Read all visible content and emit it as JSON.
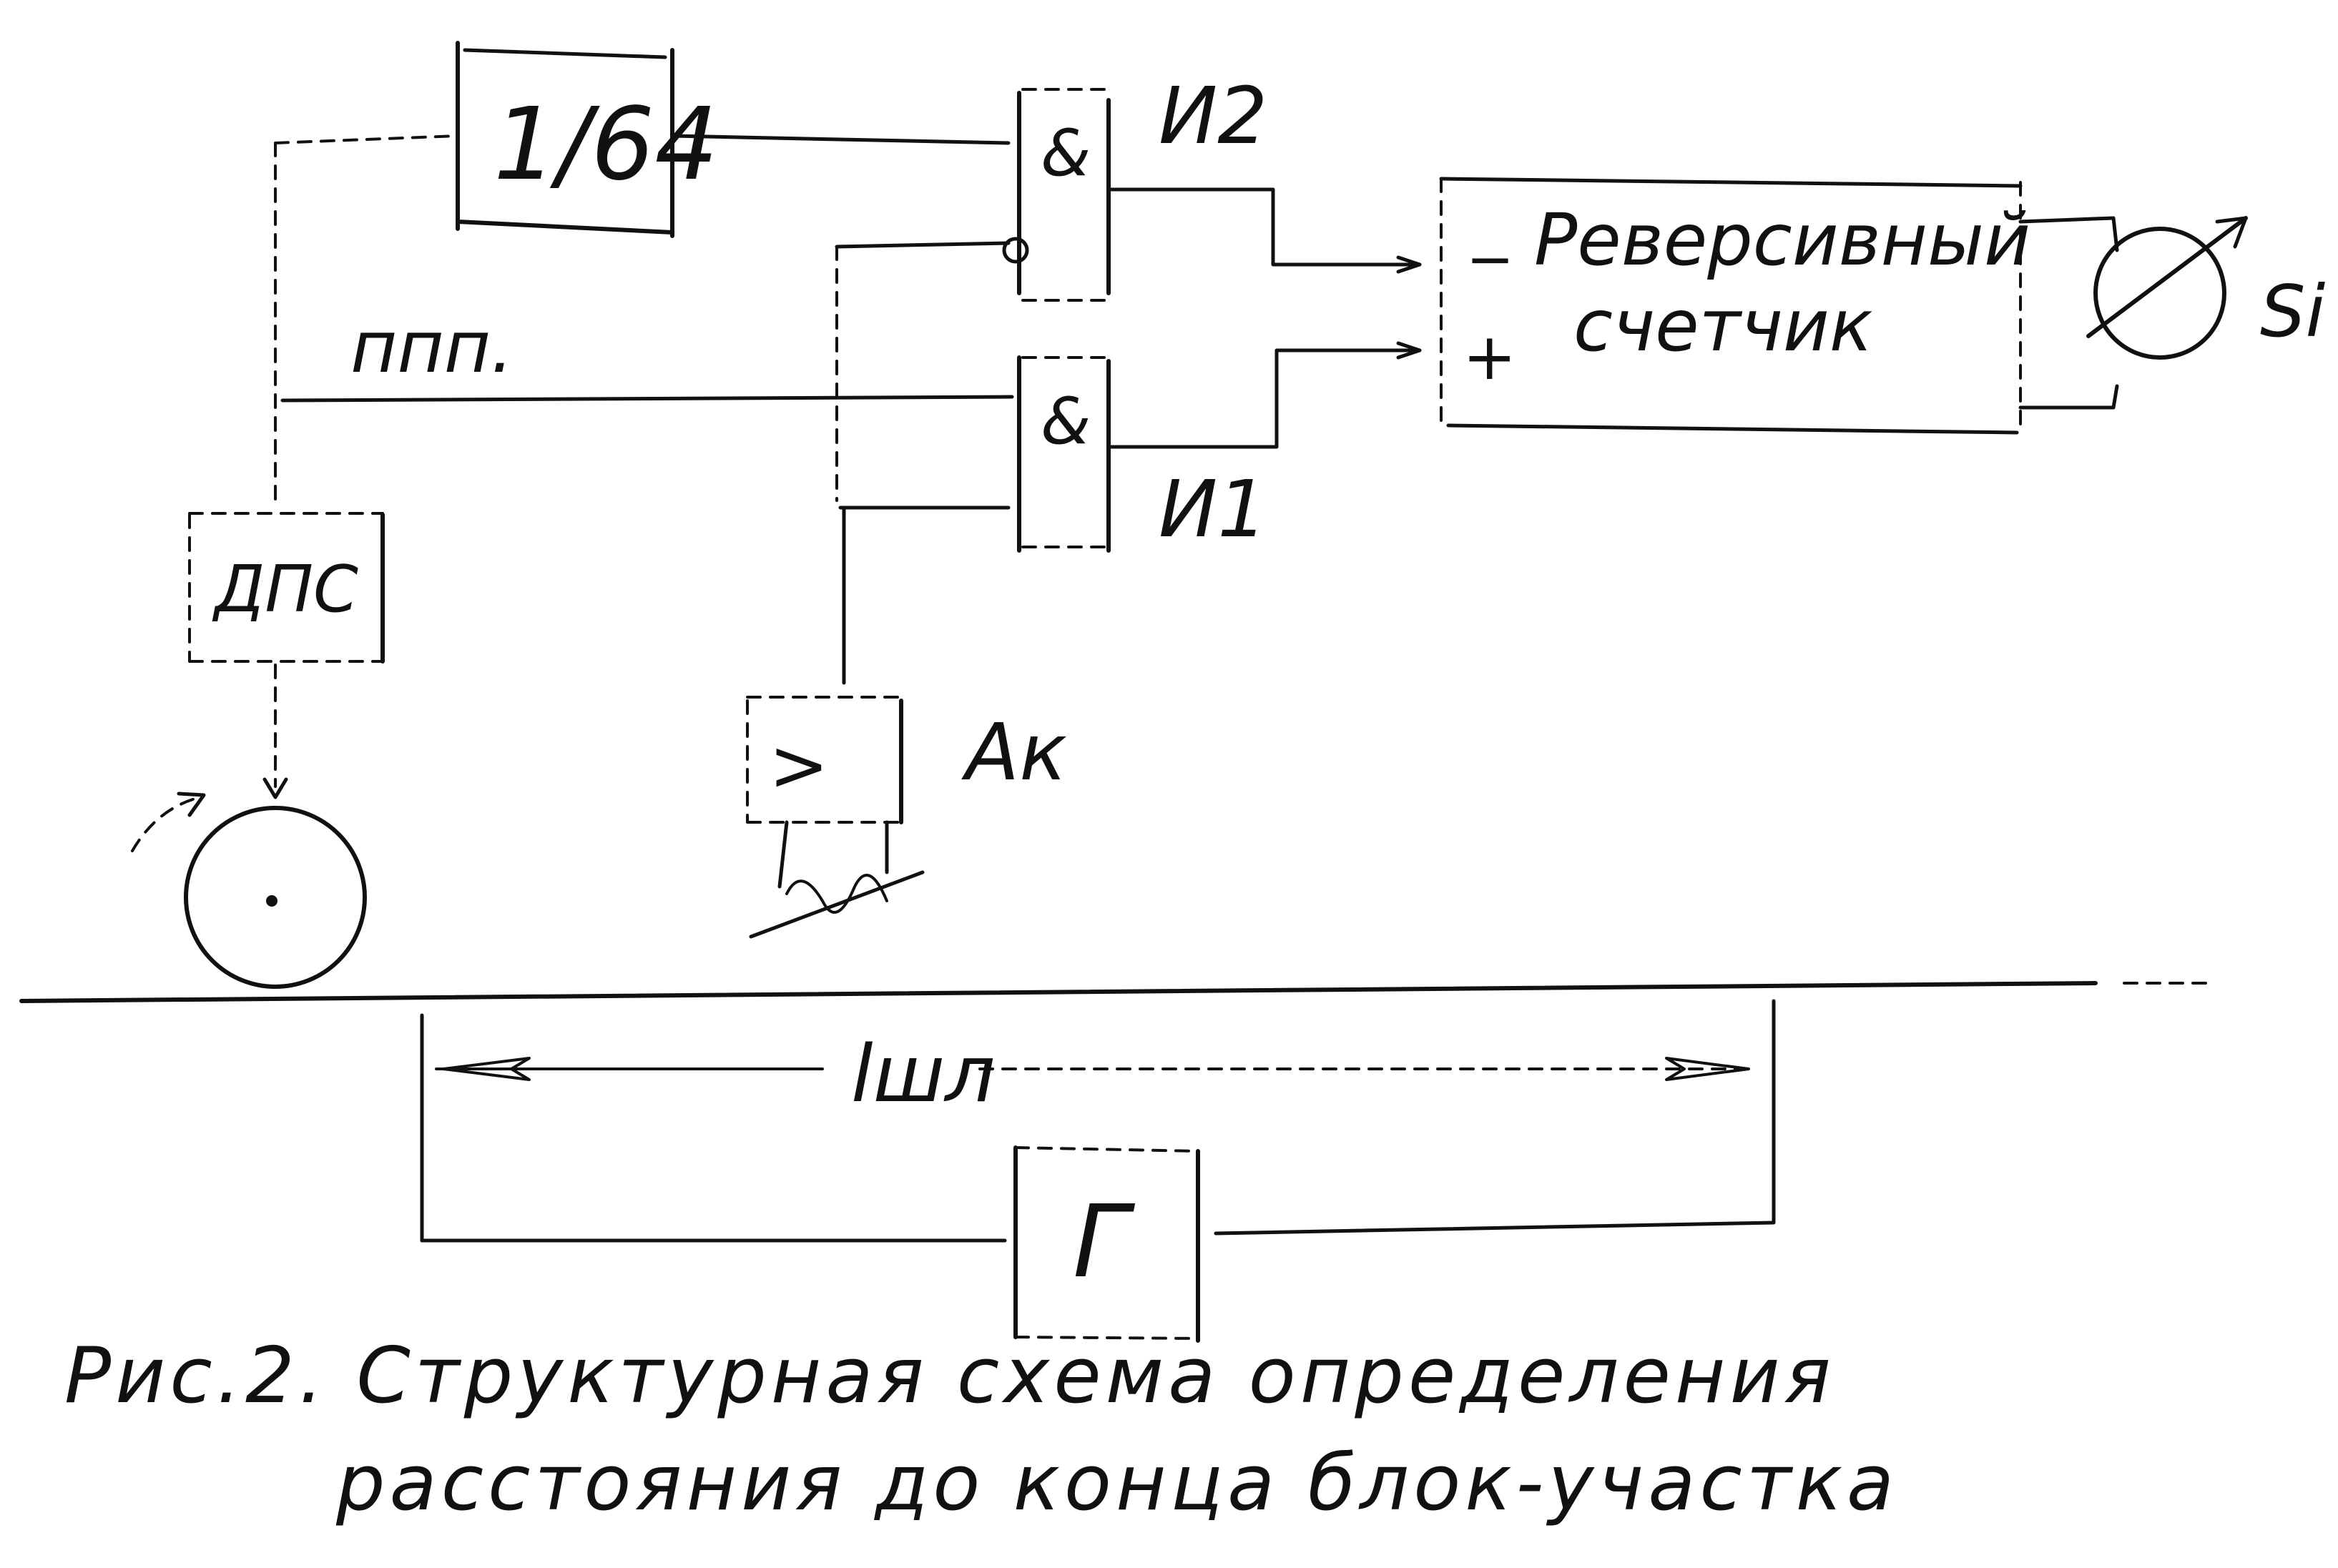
{
  "labels": {
    "divider": "1/64",
    "gate_and2": "И2",
    "gate_and1": "И1",
    "and_symbol": "&",
    "counter_line1": "Реверсивный",
    "counter_line2": "счетчик",
    "minus": "−",
    "plus": "+",
    "indicator": "Si",
    "pulse_label": "ппп.",
    "sensor": "ДПС",
    "comparator_symbol": ">",
    "comparator_label": "Ак",
    "distance": "lшл",
    "generator": "Г"
  },
  "caption": {
    "line1": "Рис.2. Структурная схема определения",
    "line2": "расстояния до конца блок-участка"
  }
}
